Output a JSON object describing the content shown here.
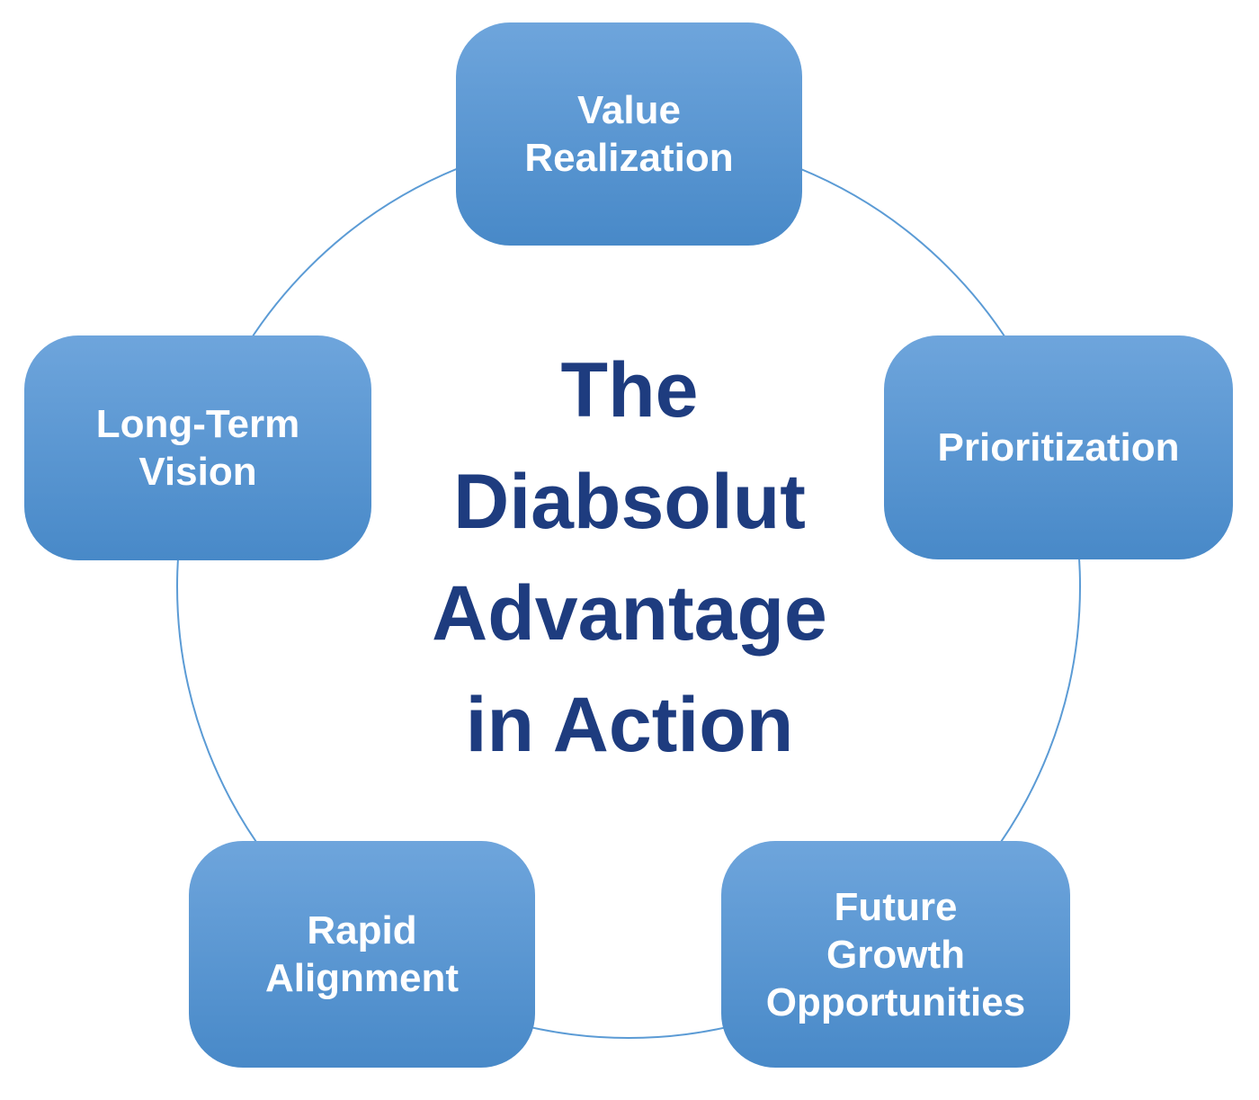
{
  "diagram": {
    "title": "The\nDiabsolut\nAdvantage\nin Action",
    "colors": {
      "title_text": "#1e3c7f",
      "node_gradient_top": "#6ea5dc",
      "node_gradient_bottom": "#4889c8",
      "node_text": "#ffffff",
      "circle_stroke": "#5b9bd5",
      "background": "#ffffff"
    },
    "nodes": [
      {
        "id": "value-realization",
        "label": "Value\nRealization"
      },
      {
        "id": "prioritization",
        "label": "Prioritization"
      },
      {
        "id": "future-growth",
        "label": "Future\nGrowth\nOpportunities"
      },
      {
        "id": "rapid-alignment",
        "label": "Rapid\nAlignment"
      },
      {
        "id": "long-term-vision",
        "label": "Long-Term\nVision"
      }
    ]
  }
}
